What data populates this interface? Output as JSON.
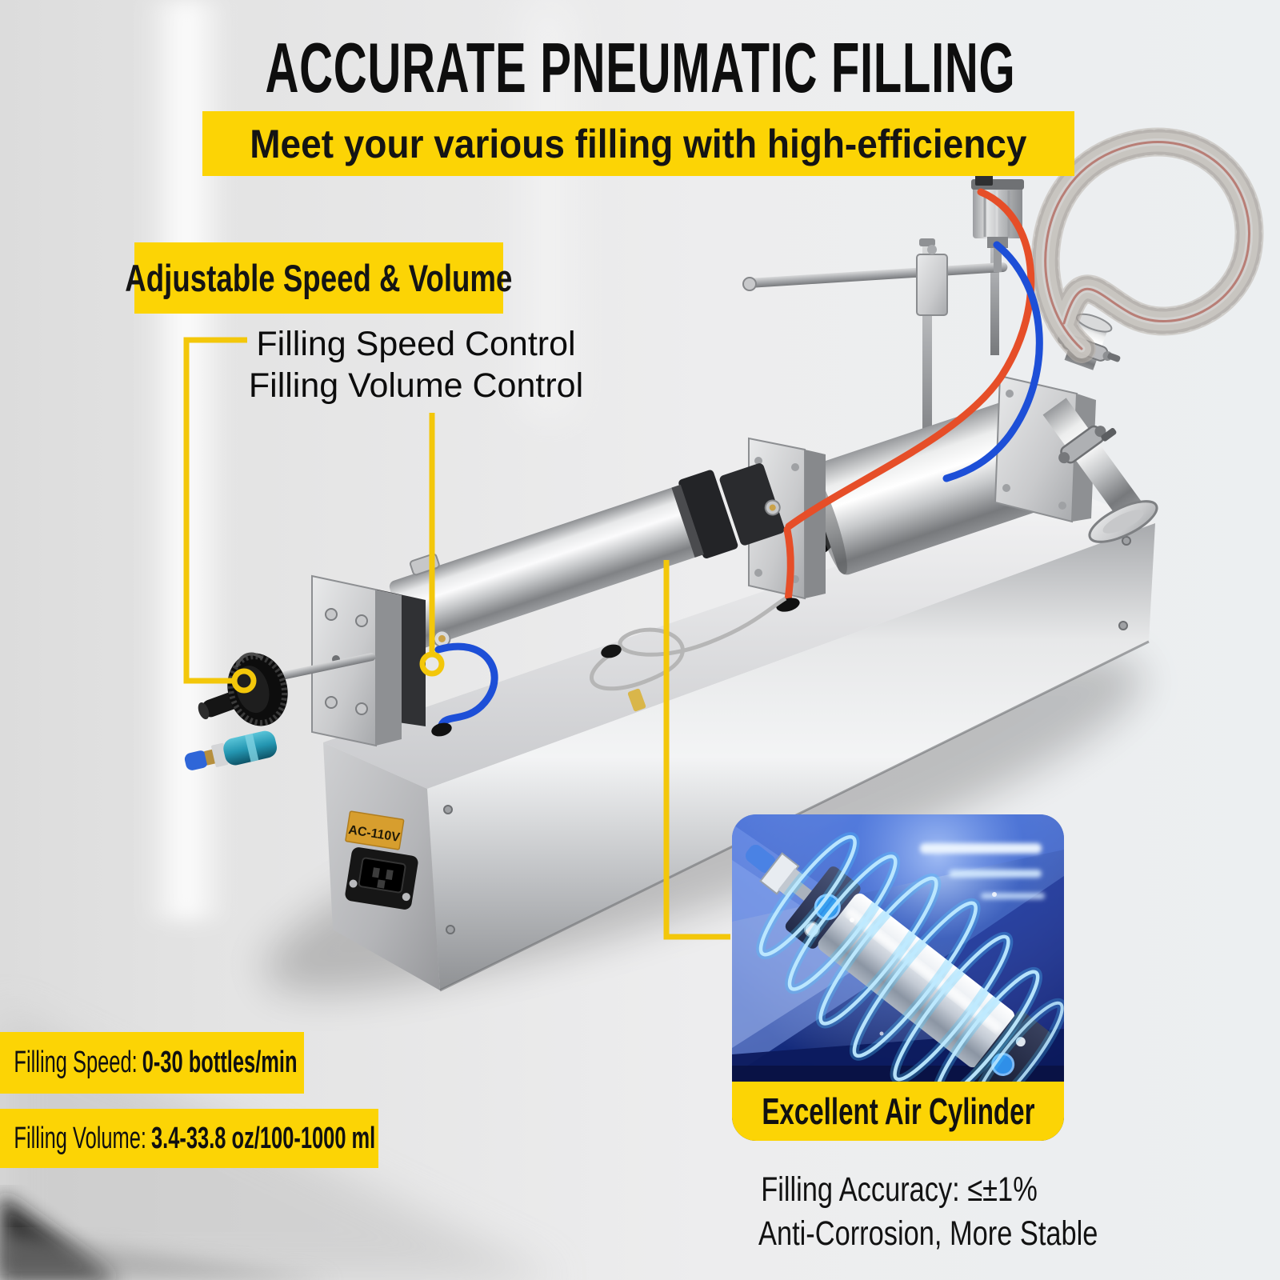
{
  "header": {
    "title": "ACCURATE PNEUMATIC FILLING",
    "subtitle": "Meet your various filling with high-efficiency"
  },
  "feature": {
    "banner": "Adjustable Speed & Volume",
    "callout_lines": [
      "Filling Speed Control",
      "Filling Volume Control"
    ]
  },
  "specs": [
    {
      "label": "Filling Speed:",
      "value": "0-30 bottles/min"
    },
    {
      "label": "Filling Volume:",
      "value": "3.4-33.8 oz/100-1000 ml"
    }
  ],
  "machine": {
    "power_label": "AC-110V",
    "parts": [
      "filling-speed-knob",
      "filling-volume-fitting",
      "main-air-cylinder",
      "product-cylinder",
      "nozzle-assembly",
      "suction-hose"
    ]
  },
  "inset": {
    "title": "Excellent Air Cylinder",
    "lines": [
      "Filling Accuracy: ≤±1%",
      "Anti-Corrosion, More Stable"
    ]
  },
  "colors": {
    "accent_yellow": "#FCD405",
    "callout_yellow": "#F3C70A",
    "label_amber": "#D79E2E",
    "text_black": "#0e0e0e",
    "red_tube": "#E64E28",
    "blue_tube": "#1D4FD7",
    "inset_blue_bright": "#3A63CF",
    "inset_blue_dark": "#0A1750",
    "ring_cyan": "#BFEAFF"
  }
}
